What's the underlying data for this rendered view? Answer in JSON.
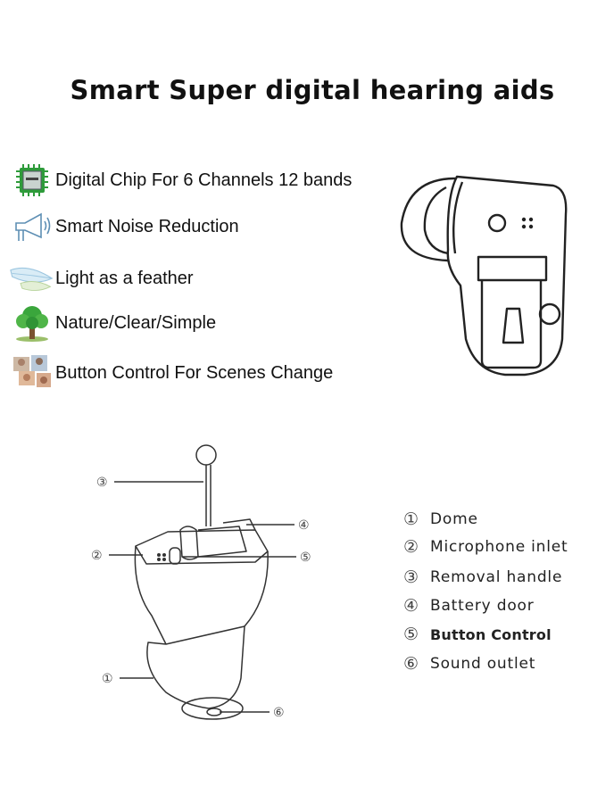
{
  "title": "Smart Super digital hearing aids",
  "features": [
    {
      "icon": "chip-icon",
      "text": "Digital Chip For 6 Channels 12 bands"
    },
    {
      "icon": "megaphone-icon",
      "text": "Smart Noise Reduction"
    },
    {
      "icon": "feather-icon",
      "text": "Light as a feather"
    },
    {
      "icon": "tree-icon",
      "text": "Nature/Clear/Simple"
    },
    {
      "icon": "photos-icon",
      "text": "Button Control For Scenes Change"
    }
  ],
  "parts": [
    {
      "num": "①",
      "text": "Dome"
    },
    {
      "num": "②",
      "text": "Microphone inlet"
    },
    {
      "num": "③",
      "text": "Removal handle"
    },
    {
      "num": "④",
      "text": "Battery door"
    },
    {
      "num": "⑤",
      "text": "Button Control"
    },
    {
      "num": "⑥",
      "text": "Sound outlet"
    }
  ],
  "callouts": [
    "①",
    "②",
    "③",
    "④",
    "⑤",
    "⑥"
  ],
  "colors": {
    "chip_green": "#2e9b3a",
    "tree_green": "#3aa63c",
    "feather_blue": "#9cc6e0",
    "line": "#333333"
  }
}
